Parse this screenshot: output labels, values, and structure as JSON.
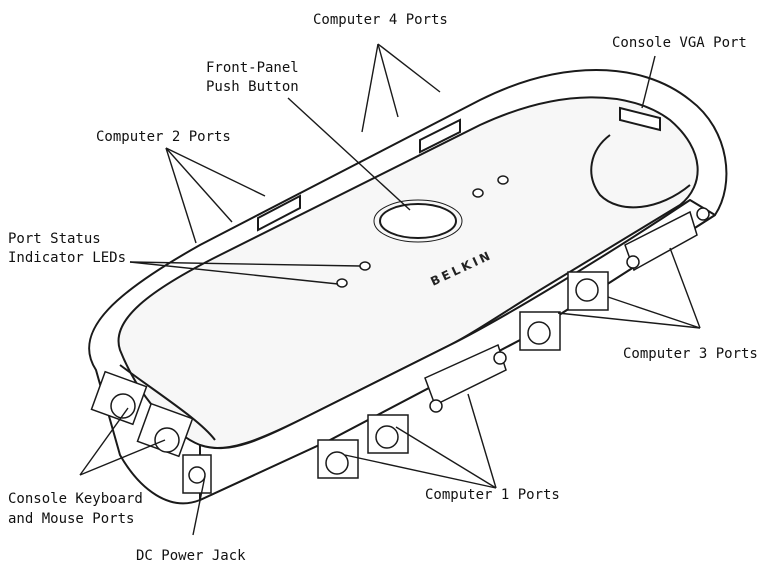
{
  "labels": {
    "computer4": "Computer 4 Ports",
    "console_vga": "Console VGA Port",
    "front_panel_1": "Front-Panel",
    "front_panel_2": "Push Button",
    "computer2": "Computer 2 Ports",
    "port_status_1": "Port Status",
    "port_status_2": "Indicator LEDs",
    "computer3": "Computer 3 Ports",
    "console_kbd_1": "Console Keyboard",
    "console_kbd_2": "and Mouse Ports",
    "computer1": "Computer 1 Ports",
    "dc_power": "DC Power Jack"
  },
  "brand": "BELKIN"
}
